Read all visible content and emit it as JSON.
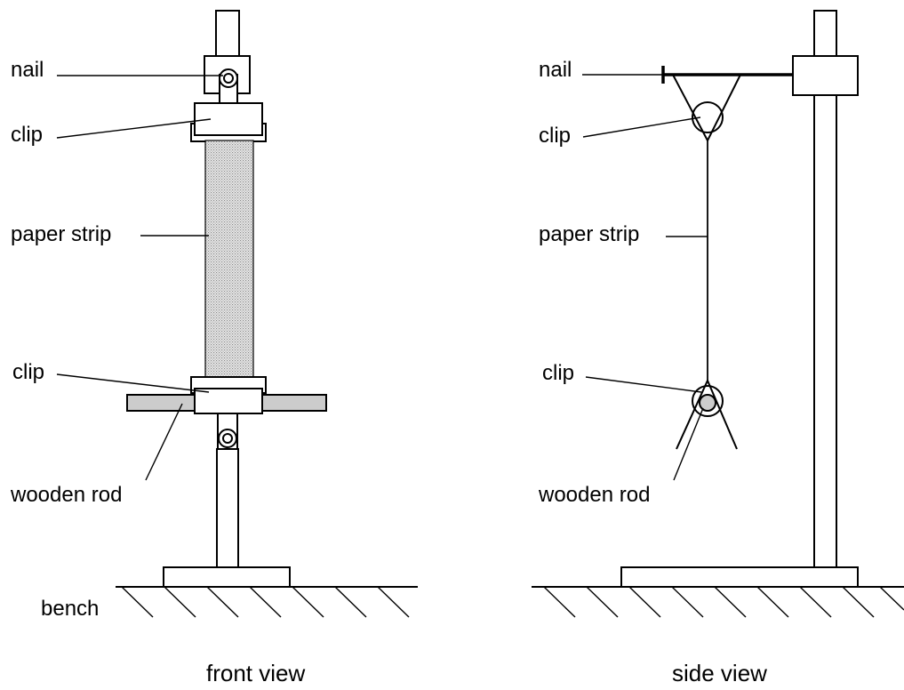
{
  "front_view": {
    "caption": "front view",
    "labels": {
      "nail": "nail",
      "clip_top": "clip",
      "paper_strip": "paper strip",
      "clip_bottom": "clip",
      "wooden_rod": "wooden rod",
      "bench": "bench"
    }
  },
  "side_view": {
    "caption": "side view",
    "labels": {
      "nail": "nail",
      "clip_top": "clip",
      "paper_strip": "paper strip",
      "clip_bottom": "clip",
      "wooden_rod": "wooden rod"
    }
  },
  "colors": {
    "line": "#000000",
    "rod_fill": "#cccccc",
    "paper_fill": "#d6d6d6"
  }
}
